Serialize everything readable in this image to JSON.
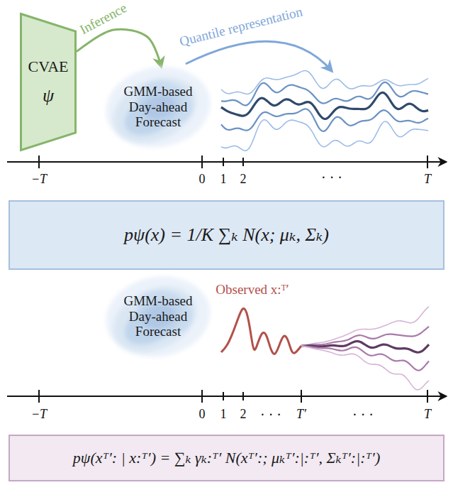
{
  "diagram": {
    "nodes": [
      {
        "text": [
          "CVAE",
          "ψ"
        ]
      },
      {
        "text": [
          "GMM-based Day-ahead Forecast"
        ]
      },
      {
        "text": [
          "pψ(x) = 1/K ∑ₖ N(x; μₖ, Σₖ)"
        ]
      },
      {
        "text": [
          "GMM-based Day-ahead Forecast"
        ]
      },
      {
        "text": [
          "pψ(xᵀ′: | x:ᵀ′) = ∑ₖ γₖ:ᵀ′ N(xᵀ′:; μₖᵀ′:|:ᵀ′, Σₖᵀ′:|:ᵀ′)"
        ]
      }
    ],
    "edges": [
      {
        "from": 0,
        "to": 1,
        "label": "Inference",
        "arrow": "to"
      }
    ],
    "labels": [
      "Quantile representation",
      "−T",
      "0",
      "1",
      "2",
      "· · ·",
      "T",
      "Observed x:ᵀ′",
      "−T",
      "0",
      "1",
      "2",
      "· · ·",
      "T′",
      "· · ·",
      "T"
    ]
  }
}
